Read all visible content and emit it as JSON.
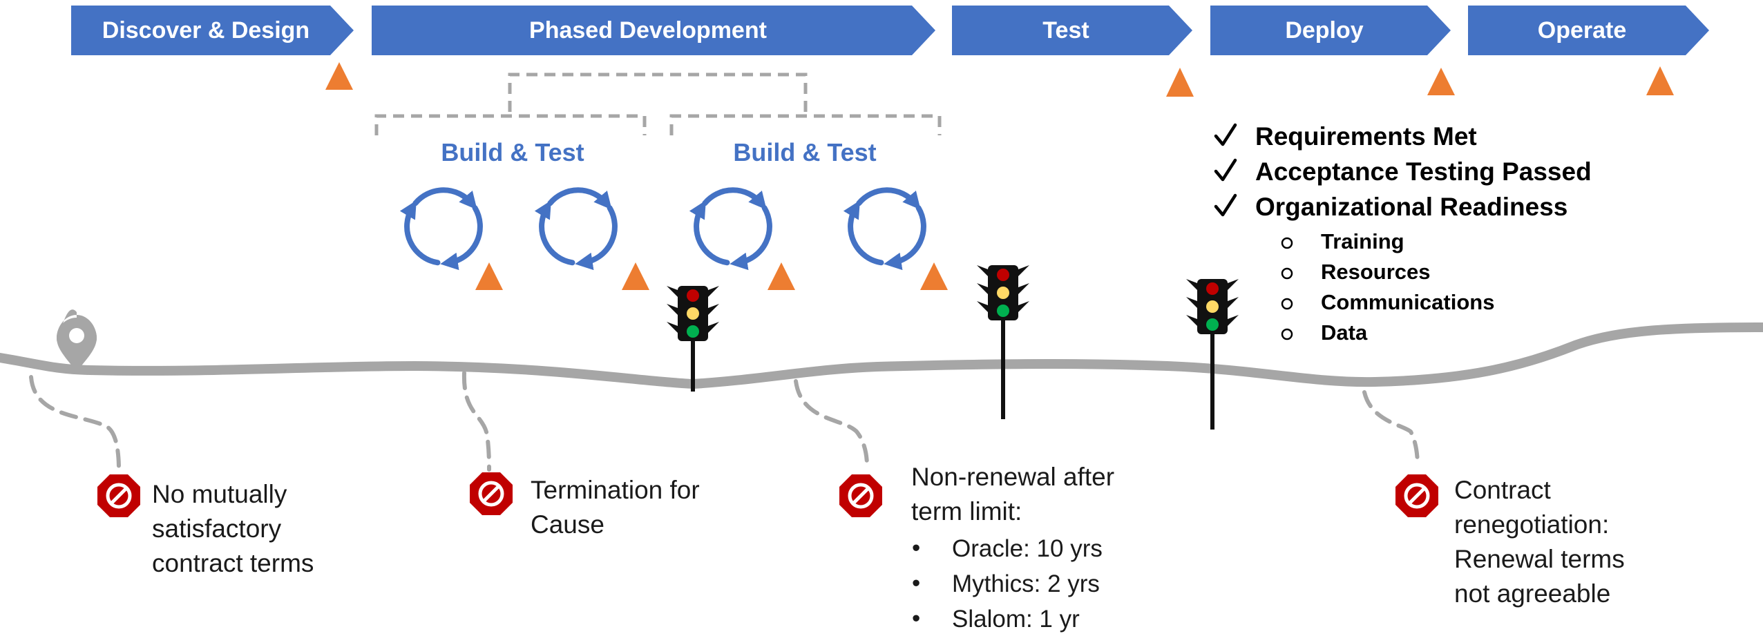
{
  "phases": [
    {
      "label": "Discover & Design"
    },
    {
      "label": "Phased Development"
    },
    {
      "label": "Test"
    },
    {
      "label": "Deploy"
    },
    {
      "label": "Operate"
    }
  ],
  "build_test": [
    {
      "label": "Build & Test"
    },
    {
      "label": "Build & Test"
    }
  ],
  "criteria": {
    "checked": [
      "Requirements Met",
      "Acceptance Testing Passed",
      "Organizational Readiness"
    ],
    "sub_items": [
      "Training",
      "Resources",
      "Communications",
      "Data"
    ]
  },
  "exits": [
    {
      "lines": [
        "No mutually",
        "satisfactory",
        "contract terms"
      ]
    },
    {
      "lines": [
        "Termination for",
        "Cause"
      ]
    },
    {
      "lines": [
        "Non-renewal after",
        "term limit:"
      ],
      "bullets": [
        "Oracle: 10 yrs",
        "Mythics: 2 yrs",
        "Slalom: 1 yr"
      ]
    },
    {
      "lines": [
        "Contract",
        "renegotiation:",
        "Renewal terms",
        "not agreeable"
      ]
    }
  ],
  "colors": {
    "phase_fill": "#4472C4",
    "milestone": "#ED7D31",
    "road": "#A6A6A6",
    "stop_sign": "#C00000",
    "light_red": "#C00000",
    "light_yellow": "#FFD966",
    "light_green": "#00B050"
  },
  "icons": {
    "milestone": "triangle-milestone-icon",
    "cycle": "cycle-arrows-icon",
    "gate": "traffic-light-icon",
    "start": "map-pin-icon",
    "exit": "no-entry-icon",
    "check": "checkmark-icon",
    "circle_bullet": "circle-bullet-icon"
  }
}
